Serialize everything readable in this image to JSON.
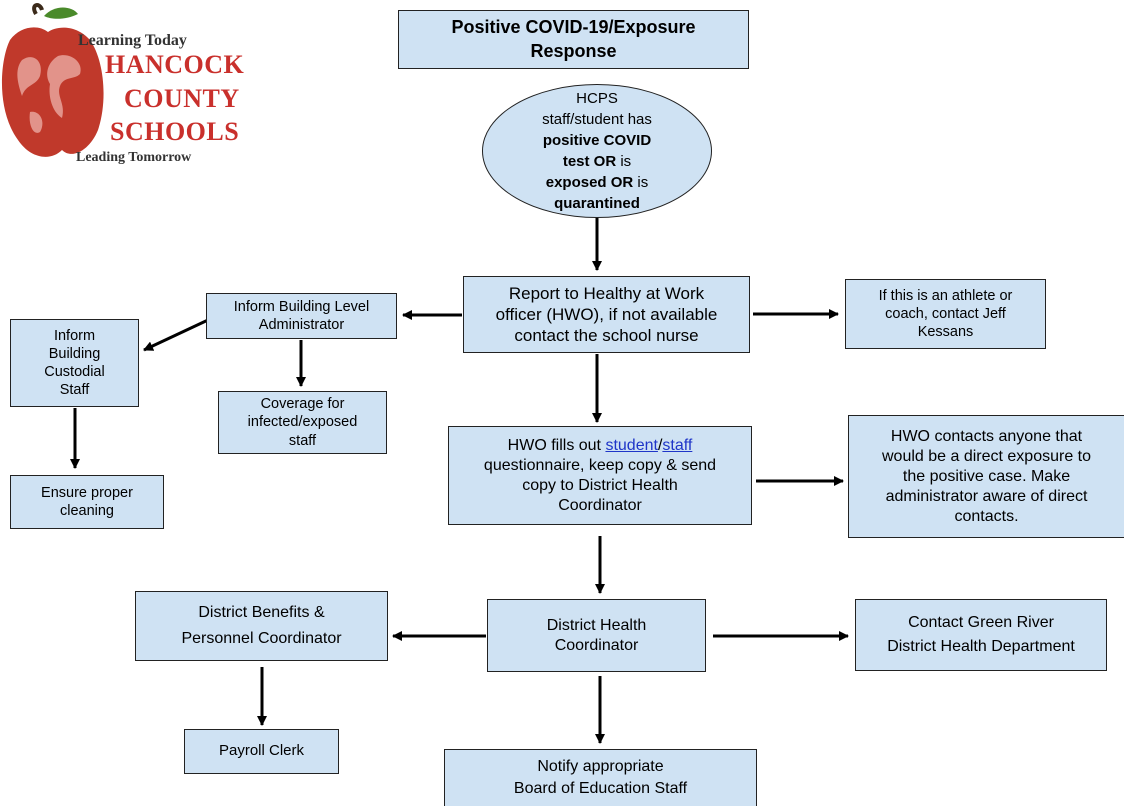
{
  "logo": {
    "tagline_top": "Learning Today",
    "line1": "HANCOCK",
    "line2": "COUNTY",
    "line3": "SCHOOLS",
    "tagline_bottom": "Leading Tomorrow",
    "colors": {
      "apple": "#c0392b",
      "text": "#c9302c"
    }
  },
  "title": {
    "line1": "Positive COVID-19/Exposure",
    "line2": "Response"
  },
  "start": {
    "line1": "HCPS",
    "line2": "staff/student has",
    "line3": "positive COVID",
    "line4_bold": "test OR",
    "line4_rest": " is",
    "line5_bold": "exposed OR",
    "line5_rest": " is",
    "line6": "quarantined"
  },
  "report": {
    "line1": "Report to Healthy at Work",
    "line2": "officer (HWO), if not available",
    "line3": "contact the school nurse"
  },
  "athlete": {
    "line1": "If this is an athlete or",
    "line2": "coach, contact Jeff",
    "line3": "Kessans"
  },
  "inform_admin": {
    "line1": "Inform Building Level",
    "line2": "Administrator"
  },
  "inform_custodial": {
    "line1": "Inform",
    "line2": "Building",
    "line3": "Custodial",
    "line4": "Staff"
  },
  "coverage": {
    "line1": "Coverage for",
    "line2": "infected/exposed",
    "line3": "staff"
  },
  "cleaning": {
    "line1": "Ensure proper",
    "line2": "cleaning"
  },
  "hwo_fills": {
    "prefix": "HWO fills out ",
    "link_student": "student",
    "slash": "/",
    "link_staff": "staff",
    "line2": "questionnaire, keep copy & send",
    "line3": "copy to District Health",
    "line4": "Coordinator"
  },
  "hwo_contacts": {
    "line1": "HWO contacts anyone that",
    "line2": "would be a direct exposure to",
    "line3": "the positive case. Make",
    "line4": "administrator aware of direct",
    "line5": "contacts."
  },
  "dhc": {
    "line1": "District Health",
    "line2": "Coordinator"
  },
  "benefits": {
    "line1": "District Benefits &",
    "line2": "Personnel Coordinator"
  },
  "green_river": {
    "line1": "Contact Green River",
    "line2": "District Health Department"
  },
  "payroll": {
    "label": "Payroll Clerk"
  },
  "board": {
    "line1": "Notify appropriate",
    "line2": "Board of Education Staff"
  },
  "colors": {
    "box_fill": "#cfe2f3",
    "border": "#222222",
    "link": "#1f35c8"
  }
}
